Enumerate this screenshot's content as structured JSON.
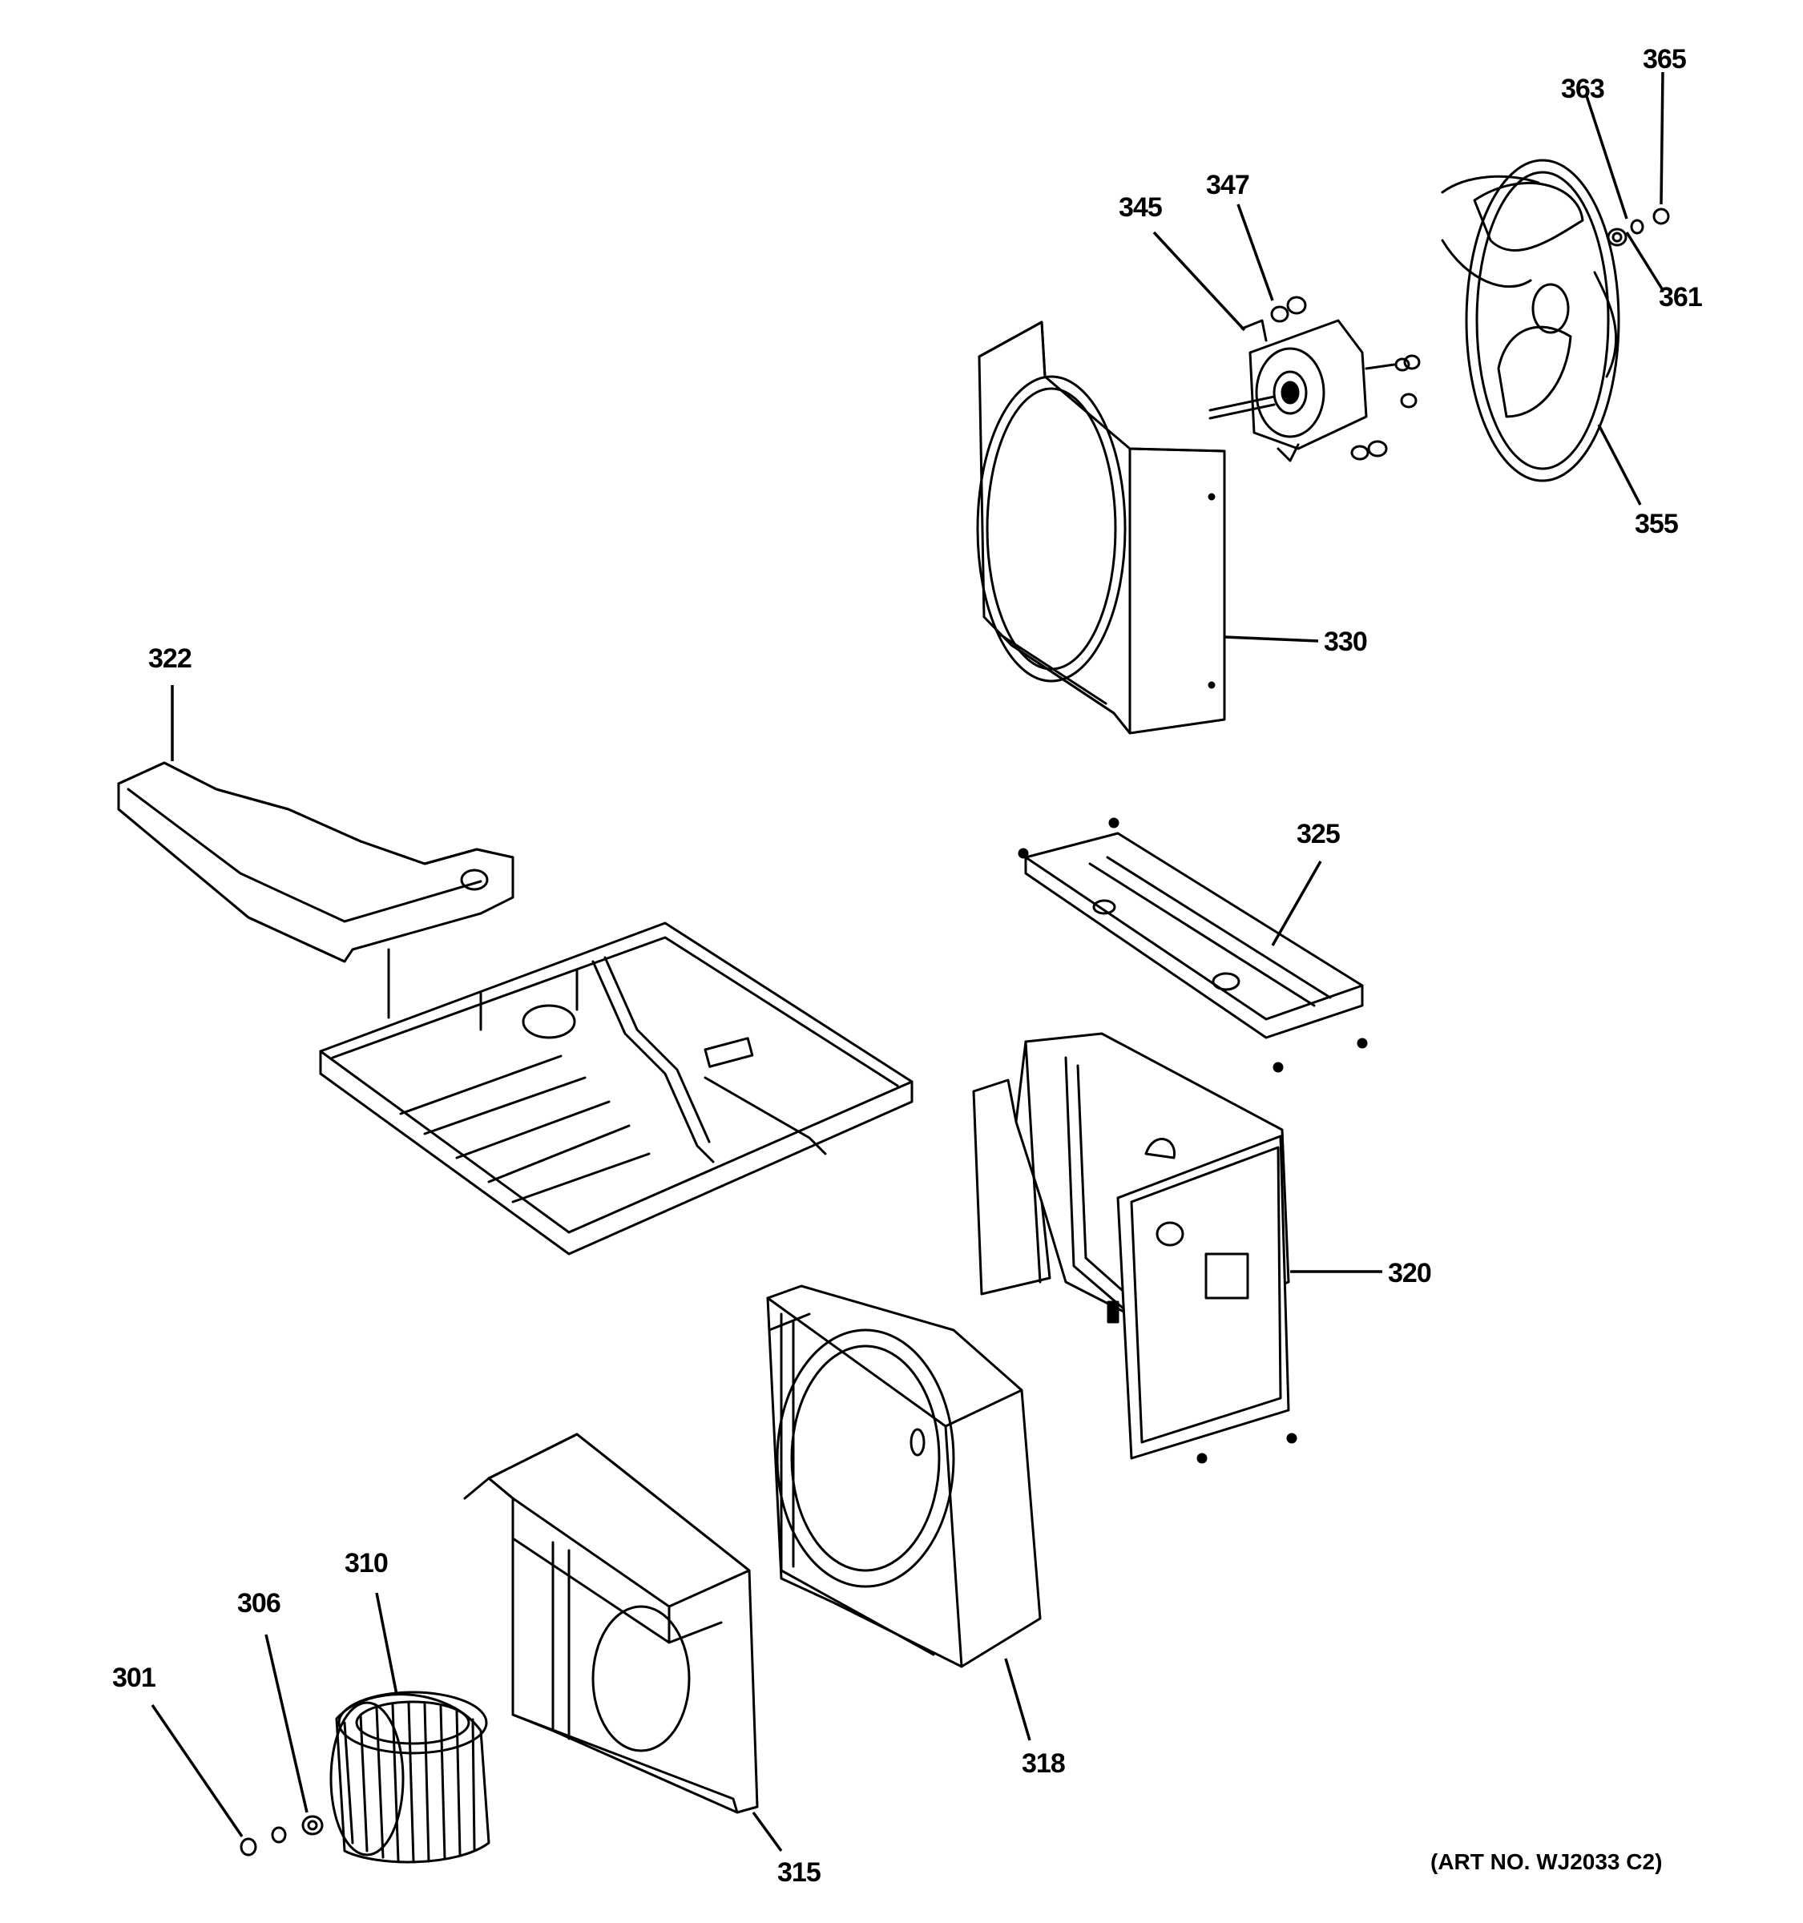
{
  "colors": {
    "line": "#000000",
    "background": "#ffffff"
  },
  "callouts": {
    "c301": "301",
    "c306": "306",
    "c310": "310",
    "c315": "315",
    "c318": "318",
    "c320": "320",
    "c322": "322",
    "c325": "325",
    "c330": "330",
    "c345": "345",
    "c347": "347",
    "c355": "355",
    "c361": "361",
    "c363": "363",
    "c365": "365"
  },
  "art_number": "(ART NO. WJ2033 C2)"
}
